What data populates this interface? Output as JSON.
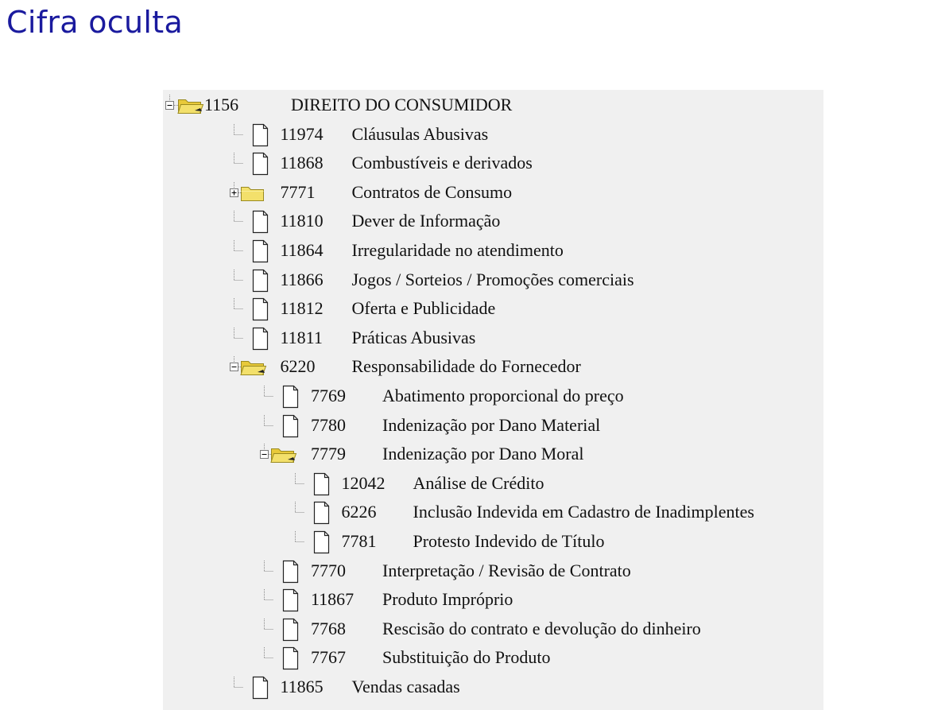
{
  "title": "Cifra oculta",
  "colors": {
    "title": "#1a1a9e",
    "panel_background": "#f0f0f0",
    "folder_fill": "#f3e06b",
    "folder_stroke": "#9a8a20",
    "connector": "#8a8a8a"
  },
  "tree": [
    {
      "code": "1156",
      "label": "DIREITO DO CONSUMIDOR",
      "depth": 0,
      "kind": "folder",
      "state": "expanded"
    },
    {
      "code": "11974",
      "label": "Cláusulas Abusivas",
      "depth": 1,
      "kind": "file"
    },
    {
      "code": "11868",
      "label": "Combustíveis e derivados",
      "depth": 1,
      "kind": "file"
    },
    {
      "code": "7771",
      "label": "Contratos de Consumo",
      "depth": 1,
      "kind": "folder",
      "state": "collapsed"
    },
    {
      "code": "11810",
      "label": "Dever de Informação",
      "depth": 1,
      "kind": "file"
    },
    {
      "code": "11864",
      "label": "Irregularidade no atendimento",
      "depth": 1,
      "kind": "file"
    },
    {
      "code": "11866",
      "label": "Jogos / Sorteios / Promoções comerciais",
      "depth": 1,
      "kind": "file"
    },
    {
      "code": "11812",
      "label": "Oferta e Publicidade",
      "depth": 1,
      "kind": "file"
    },
    {
      "code": "11811",
      "label": "Práticas Abusivas",
      "depth": 1,
      "kind": "file"
    },
    {
      "code": "6220",
      "label": "Responsabilidade do Fornecedor",
      "depth": 1,
      "kind": "folder",
      "state": "expanded"
    },
    {
      "code": "7769",
      "label": "Abatimento proporcional do preço",
      "depth": 2,
      "kind": "file"
    },
    {
      "code": "7780",
      "label": "Indenização por Dano Material",
      "depth": 2,
      "kind": "file"
    },
    {
      "code": "7779",
      "label": "Indenização por Dano Moral",
      "depth": 2,
      "kind": "folder",
      "state": "expanded"
    },
    {
      "code": "12042",
      "label": "Análise de Crédito",
      "depth": 3,
      "kind": "file"
    },
    {
      "code": "6226",
      "label": "Inclusão Indevida em Cadastro de Inadimplentes",
      "depth": 3,
      "kind": "file"
    },
    {
      "code": "7781",
      "label": "Protesto Indevido de Título",
      "depth": 3,
      "kind": "file"
    },
    {
      "code": "7770",
      "label": "Interpretação / Revisão de Contrato",
      "depth": 2,
      "kind": "file"
    },
    {
      "code": "11867",
      "label": "Produto Impróprio",
      "depth": 2,
      "kind": "file"
    },
    {
      "code": "7768",
      "label": "Rescisão do contrato e devolução do dinheiro",
      "depth": 2,
      "kind": "file"
    },
    {
      "code": "7767",
      "label": "Substituição do Produto",
      "depth": 2,
      "kind": "file"
    },
    {
      "code": "11865",
      "label": "Vendas casadas",
      "depth": 1,
      "kind": "file"
    }
  ]
}
